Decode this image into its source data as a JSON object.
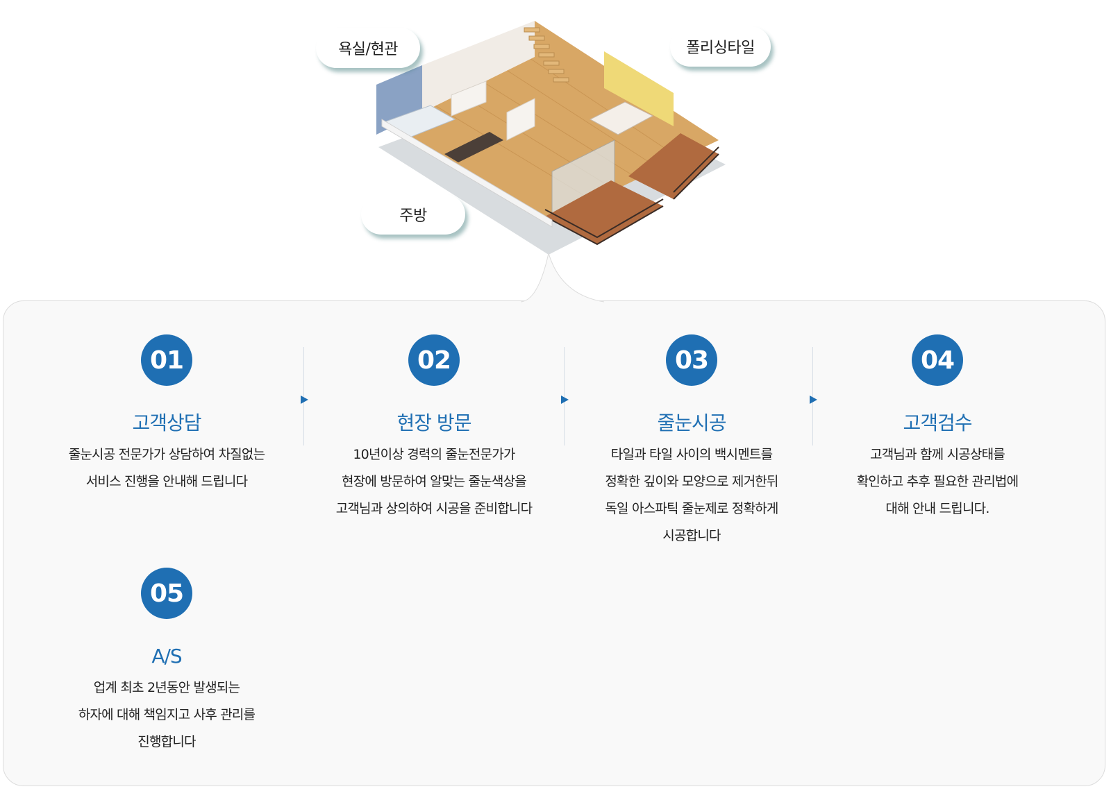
{
  "house": {
    "bubbles": {
      "bath": "욕실/현관",
      "tile": "폴리싱타일",
      "kitchen": "주방"
    }
  },
  "colors": {
    "accent": "#1f6fb3"
  },
  "steps": [
    {
      "number": "01",
      "title": "고객상담",
      "lines": [
        "줄눈시공 전문가가 상담하여 차질없는",
        "서비스 진행을 안내해 드립니다"
      ]
    },
    {
      "number": "02",
      "title": "현장 방문",
      "lines": [
        "10년이상 경력의 줄눈전문가가",
        "현장에 방문하여 알맞는 줄눈색상을",
        "고객님과 상의하여 시공을 준비합니다"
      ]
    },
    {
      "number": "03",
      "title": "줄눈시공",
      "lines": [
        "타일과 타일 사이의 백시멘트를",
        "정확한 깊이와 모양으로 제거한뒤",
        "독일 아스파틱 줄눈제로 정확하게",
        "시공합니다"
      ]
    },
    {
      "number": "04",
      "title": "고객검수",
      "lines": [
        "고객님과 함께 시공상태를",
        "확인하고 추후 필요한 관리법에",
        "대해 안내 드립니다."
      ]
    },
    {
      "number": "05",
      "title": "A/S",
      "lines": [
        "업계 최초 2년동안 발생되는",
        "하자에 대해 책임지고 사후 관리를",
        "진행합니다"
      ]
    }
  ]
}
